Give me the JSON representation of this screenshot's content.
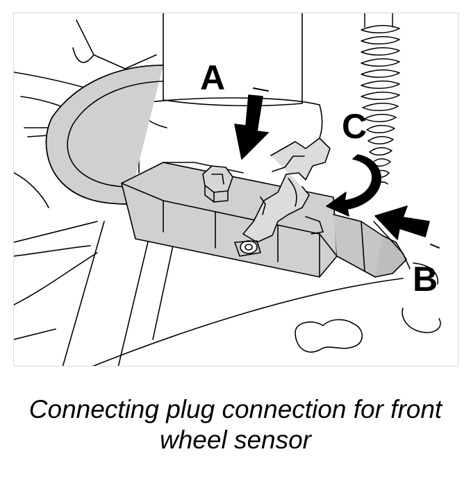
{
  "figure": {
    "callouts": {
      "a": "A",
      "b": "B",
      "c": "C"
    }
  },
  "caption": {
    "line1": "Connecting plug connection for front",
    "line2": "wheel sensor"
  },
  "colors": {
    "line": "#000000",
    "part_fill": "#d0d0d0",
    "background": "#ffffff"
  }
}
